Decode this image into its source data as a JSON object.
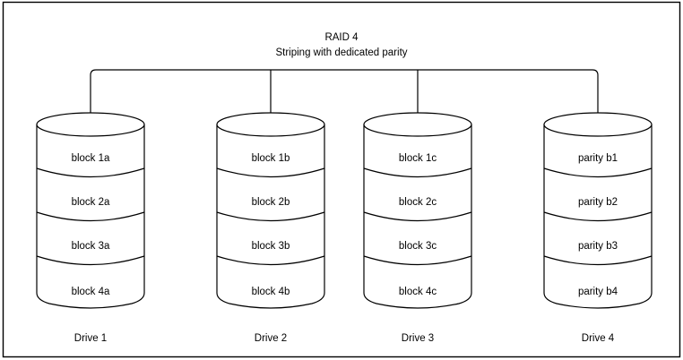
{
  "diagram": {
    "title_line1": "RAID 4",
    "title_line2": "Striping with dedicated parity",
    "border_color": "#000000",
    "background_color": "#ffffff",
    "stroke_color": "#000000",
    "drives": [
      {
        "label": "Drive 1",
        "blocks": [
          "block 1a",
          "block 2a",
          "block 3a",
          "block 4a"
        ]
      },
      {
        "label": "Drive 2",
        "blocks": [
          "block 1b",
          "block 2b",
          "block 3b",
          "block 4b"
        ]
      },
      {
        "label": "Drive 3",
        "blocks": [
          "block 1c",
          "block 2c",
          "block 3c",
          "block 4c"
        ]
      },
      {
        "label": "Drive 4",
        "blocks": [
          "parity b1",
          "parity b2",
          "parity b3",
          "parity b4"
        ]
      }
    ]
  }
}
